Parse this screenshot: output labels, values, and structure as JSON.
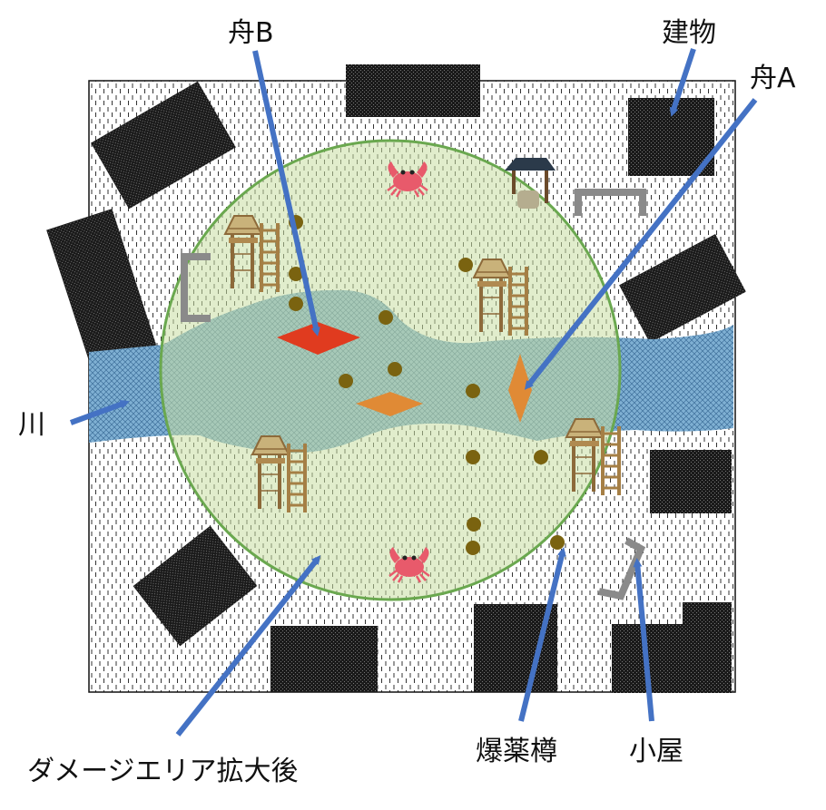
{
  "labels": {
    "boat_b": "舟B",
    "boat_a": "舟A",
    "building": "建物",
    "river": "川",
    "damage_area": "ダメージエリア拡大後",
    "barrel": "爆薬樽",
    "hut": "小屋"
  },
  "colors": {
    "arrow": "#4472c4",
    "circle_stroke": "#6aa84f",
    "circle_fill": "#c9dfa3",
    "river": "#6fa6c9",
    "building": "#1a1a1a",
    "boat_b": "#e03b1f",
    "boat_a": "#e08a35",
    "barrel": "#7a6310",
    "hut": "#8a8a8a",
    "crab": "#e85a6b",
    "tower": "#c9a96b"
  },
  "icons": {
    "crab": "crab-icon",
    "tower": "watchtower-icon",
    "well": "well-icon",
    "hut": "hut-icon",
    "barrel": "barrel-icon"
  }
}
